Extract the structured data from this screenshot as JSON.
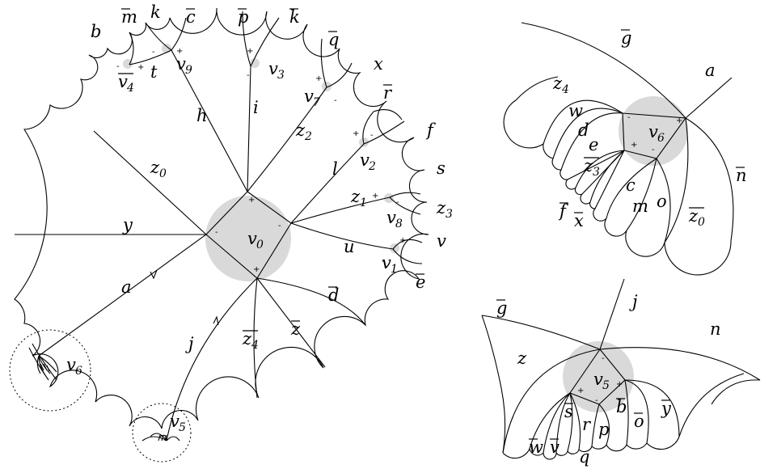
{
  "main_diagram": {
    "boundary_labels": [
      {
        "id": "b",
        "text": "b",
        "bar": false
      },
      {
        "id": "mbar",
        "text": "m",
        "bar": true
      },
      {
        "id": "k",
        "text": "k",
        "bar": false
      },
      {
        "id": "cbar",
        "text": "c",
        "bar": true
      },
      {
        "id": "pbar",
        "text": "p",
        "bar": true
      },
      {
        "id": "kbar",
        "text": "k",
        "bar": true
      },
      {
        "id": "qbar",
        "text": "q",
        "bar": true
      },
      {
        "id": "x",
        "text": "x",
        "bar": false
      },
      {
        "id": "rbar",
        "text": "r",
        "bar": true
      },
      {
        "id": "f",
        "text": "f",
        "bar": false
      },
      {
        "id": "s",
        "text": "s",
        "bar": false
      },
      {
        "id": "z3",
        "text": "z",
        "sub": "3",
        "bar": false
      },
      {
        "id": "v",
        "text": "v",
        "bar": false
      },
      {
        "id": "ebar",
        "text": "e",
        "bar": true
      }
    ],
    "edge_labels": [
      {
        "id": "t",
        "text": "t"
      },
      {
        "id": "h",
        "text": "h"
      },
      {
        "id": "i",
        "text": "i"
      },
      {
        "id": "z2",
        "text": "z",
        "sub": "2"
      },
      {
        "id": "l",
        "text": "l"
      },
      {
        "id": "z1",
        "text": "z",
        "sub": "1"
      },
      {
        "id": "u",
        "text": "u"
      },
      {
        "id": "z0",
        "text": "z",
        "sub": "0"
      },
      {
        "id": "y",
        "text": "y"
      },
      {
        "id": "a",
        "text": "a"
      },
      {
        "id": "j",
        "text": "j"
      },
      {
        "id": "z4bar",
        "text": "z",
        "sub": "4",
        "bar": true
      },
      {
        "id": "zbar",
        "text": "z",
        "bar": true
      },
      {
        "id": "dbar",
        "text": "d",
        "bar": true
      }
    ],
    "vertex_labels": [
      {
        "id": "v0",
        "text": "v",
        "sub": "0"
      },
      {
        "id": "v1",
        "text": "v",
        "sub": "1"
      },
      {
        "id": "v2",
        "text": "v",
        "sub": "2"
      },
      {
        "id": "v3",
        "text": "v",
        "sub": "3"
      },
      {
        "id": "v4",
        "text": "v",
        "sub": "4",
        "bar": true
      },
      {
        "id": "v5",
        "text": "v",
        "sub": "5"
      },
      {
        "id": "v6",
        "text": "v",
        "sub": "6"
      },
      {
        "id": "v7",
        "text": "v",
        "sub": "7"
      },
      {
        "id": "v8",
        "text": "v",
        "sub": "8"
      },
      {
        "id": "v9",
        "text": "v",
        "sub": "9"
      }
    ]
  },
  "inset_v6": {
    "labels": [
      {
        "id": "gbar",
        "text": "g",
        "bar": true
      },
      {
        "id": "a",
        "text": "a"
      },
      {
        "id": "z4",
        "text": "z",
        "sub": "4"
      },
      {
        "id": "w",
        "text": "w"
      },
      {
        "id": "d",
        "text": "d"
      },
      {
        "id": "e",
        "text": "e"
      },
      {
        "id": "z3bar",
        "text": "z",
        "sub": "3",
        "bar": true
      },
      {
        "id": "v6",
        "text": "v",
        "sub": "6"
      },
      {
        "id": "c",
        "text": "c"
      },
      {
        "id": "m",
        "text": "m"
      },
      {
        "id": "o",
        "text": "o"
      },
      {
        "id": "fbar",
        "text": "f",
        "bar": true
      },
      {
        "id": "xbar",
        "text": "x",
        "bar": true
      },
      {
        "id": "z0bar",
        "text": "z",
        "sub": "0",
        "bar": true
      },
      {
        "id": "nbar",
        "text": "n",
        "bar": true
      }
    ]
  },
  "inset_v5": {
    "labels": [
      {
        "id": "gbar",
        "text": "g",
        "bar": true
      },
      {
        "id": "j",
        "text": "j"
      },
      {
        "id": "n",
        "text": "n"
      },
      {
        "id": "z",
        "text": "z"
      },
      {
        "id": "v5",
        "text": "v",
        "sub": "5"
      },
      {
        "id": "sbar",
        "text": "s",
        "bar": true
      },
      {
        "id": "r",
        "text": "r"
      },
      {
        "id": "bbar",
        "text": "b",
        "bar": true
      },
      {
        "id": "obar",
        "text": "o",
        "bar": true
      },
      {
        "id": "ybar",
        "text": "y",
        "bar": true
      },
      {
        "id": "p",
        "text": "p"
      },
      {
        "id": "wbar",
        "text": "w",
        "bar": true
      },
      {
        "id": "vbar",
        "text": "v",
        "bar": true
      },
      {
        "id": "q",
        "text": "q"
      }
    ]
  },
  "signs": {
    "plus": "+",
    "minus": "-"
  }
}
